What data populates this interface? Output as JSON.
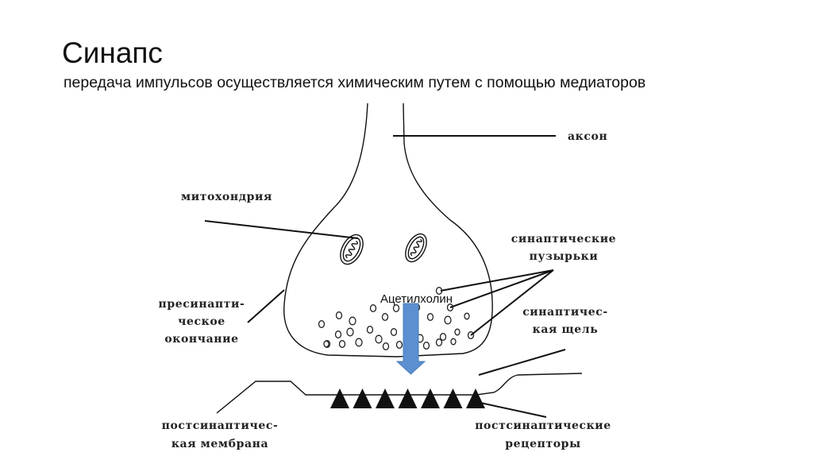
{
  "slide": {
    "title": "Синапс",
    "subtitle": "передача импульсов осуществляется химическим путем с помощью медиаторов"
  },
  "diagram": {
    "labels": {
      "axon": "аксон",
      "mitochondria": "митохондрия",
      "vesicles_1": "синаптические",
      "vesicles_2": "пузырьки",
      "presynaptic_1": "пресинапти-",
      "presynaptic_2": "ческое",
      "presynaptic_3": "окончание",
      "cleft_1": "синаптичес-",
      "cleft_2": "кая щель",
      "membrane_1": "постсинаптичес-",
      "membrane_2": "кая мембрана",
      "receptors_1": "постсинаптические",
      "receptors_2": "рецепторы"
    },
    "arrow_label": "Ацетилхолин",
    "arrow_color": "#5b8fd0"
  }
}
